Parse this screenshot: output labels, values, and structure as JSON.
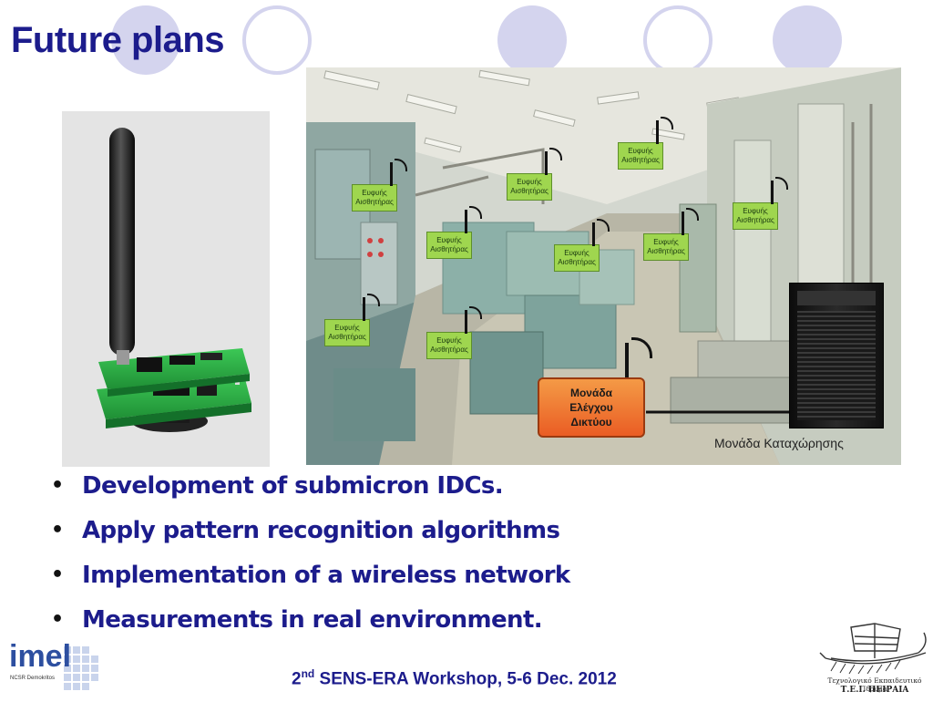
{
  "slide": {
    "title": "Future plans",
    "bullets": [
      "Development of submicron IDCs.",
      "Apply pattern recognition algorithms",
      "Implementation of a wireless network",
      "Measurements in real environment."
    ],
    "footer": {
      "ordinal": "2",
      "ordinal_suffix": "nd",
      "text": " SENS-ERA Workshop, 5-6 Dec. 2012"
    }
  },
  "diagram": {
    "sensor_label_line1": "Ευφυής",
    "sensor_label_line2": "Αισθητήρας",
    "control_unit_line1": "Μονάδα",
    "control_unit_line2": "Ελέγχου",
    "control_unit_line3": "Δικτύου",
    "storage_label": "Μονάδα Καταχώρησης"
  },
  "logos": {
    "imel_text": "imel",
    "imel_subtext": "NCSR Demokritos",
    "tei_line1": "Τεχνολογικό Εκπαιδευτικό Ίδρυμα",
    "tei_line2": "Τ.Ε.Ι. ΠΕΙΡΑΙΑ"
  },
  "colors": {
    "title": "#1c1c8c",
    "circle": "#d4d4ee",
    "sensor_box": "#9fd64f",
    "control_unit": "#f07030",
    "pcb": "#2fb24a"
  }
}
